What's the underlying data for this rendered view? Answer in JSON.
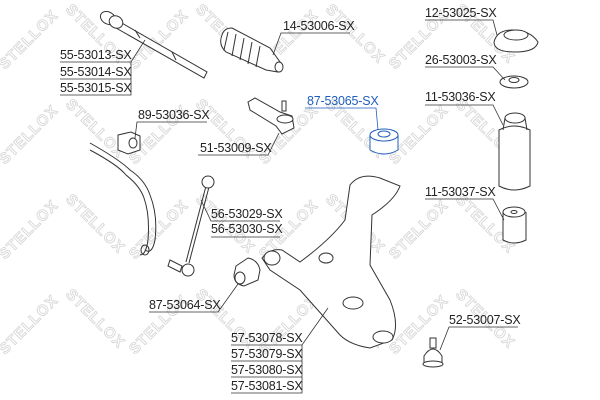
{
  "watermark": "STELLOX",
  "highlight_color": "#1f5fbf",
  "parts": {
    "tie_rod": [
      "55-53013-SX",
      "55-53014-SX",
      "55-53015-SX"
    ],
    "steering_boot": "14-53006-SX",
    "strut_mount": "12-53025-SX",
    "strut_bearing": "26-53003-SX",
    "dust_boot": "11-53036-SX",
    "arm_bushing_rear": "87-53065-SX",
    "stabilizer_bushing": "89-53036-SX",
    "tie_rod_end": "51-53009-SX",
    "bump_stop": "11-53037-SX",
    "stabilizer_link": [
      "56-53029-SX",
      "56-53030-SX"
    ],
    "arm_bushing_front": "87-53064-SX",
    "control_arm": [
      "57-53078-SX",
      "57-53079-SX",
      "57-53080-SX",
      "57-53081-SX"
    ],
    "ball_joint": "52-53007-SX"
  }
}
